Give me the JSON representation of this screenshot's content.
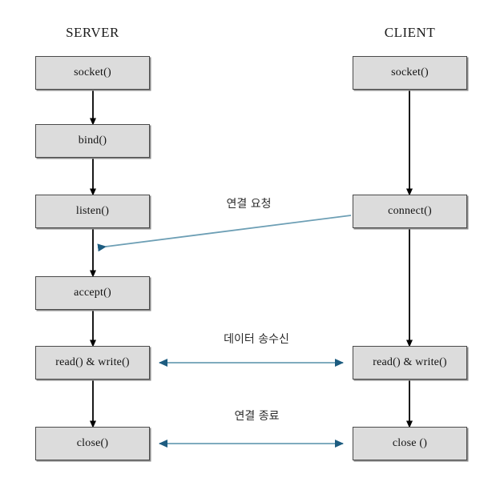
{
  "diagram": {
    "title_server": "SERVER",
    "title_client": "CLIENT",
    "accent_arrow_color": "#6d9fb5",
    "accent_arrowhead_color": "#1d5c80",
    "box_fill_color": "#dcdcdc",
    "box_border_color": "#4a4a4a",
    "flow_arrow_color": "#000000",
    "background_color": "#ffffff"
  },
  "server": {
    "header": "SERVER",
    "nodes": [
      {
        "label": "socket()"
      },
      {
        "label": "bind()"
      },
      {
        "label": "listen()"
      },
      {
        "label": "accept()"
      },
      {
        "label": "read() & write()"
      },
      {
        "label": "close()"
      }
    ]
  },
  "client": {
    "header": "CLIENT",
    "nodes": [
      {
        "label": "socket()"
      },
      {
        "label": "connect()"
      },
      {
        "label": "read() & write()"
      },
      {
        "label": "close ()"
      }
    ]
  },
  "interactions": [
    {
      "label": "연결 요청",
      "meaning": "connection-request"
    },
    {
      "label": "데이터 송수신",
      "meaning": "data-transfer"
    },
    {
      "label": "연결 종료",
      "meaning": "connection-close"
    }
  ]
}
